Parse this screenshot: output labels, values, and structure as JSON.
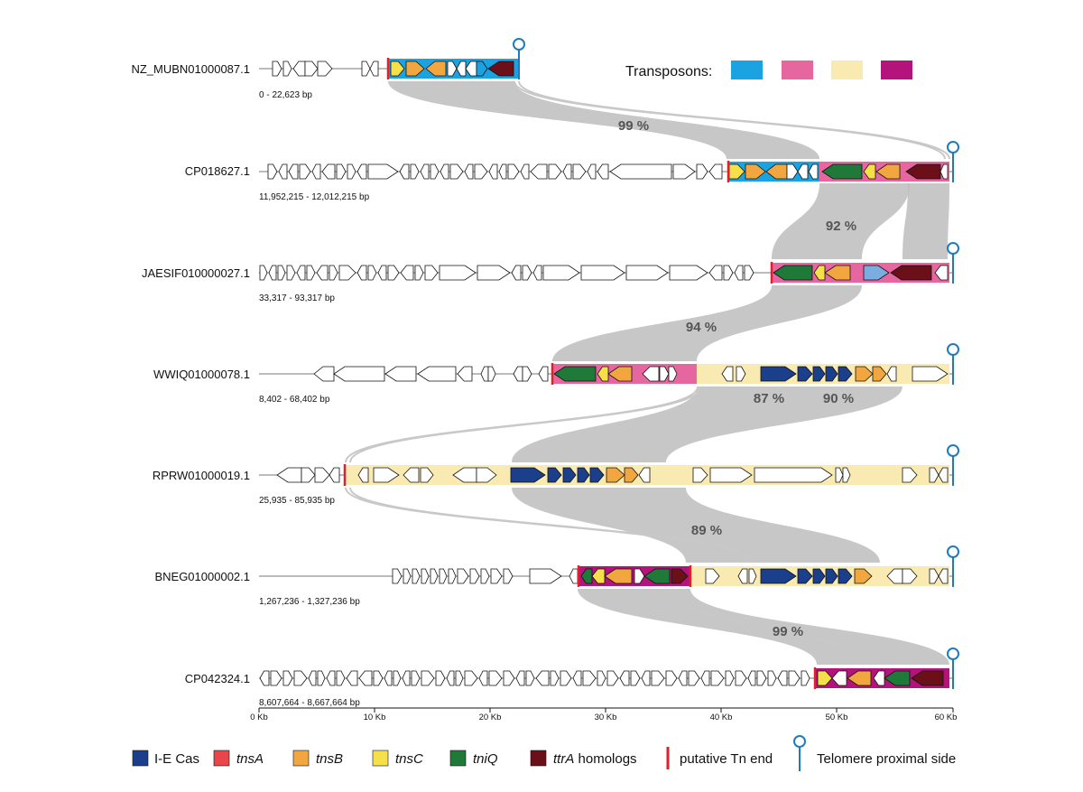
{
  "colors": {
    "ie_cas": "#1b3f8b",
    "tnsA": "#e8464a",
    "tnsB": "#f2a640",
    "tnsC": "#f5e04a",
    "tniQ": "#1f7a3a",
    "ttrA": "#6b1019",
    "tn_blue": "#1aa3e0",
    "tn_pink": "#e667a0",
    "tn_yellow": "#f8eab0",
    "tn_magenta": "#b3137a",
    "tn_end": "#e0202a",
    "telomere": "#1f7bc0",
    "link": "#bdbdbd",
    "extra_blue": "#7aaee0"
  },
  "transposons_label": "Transposons:",
  "axis": {
    "ticks": [
      "0 Kb",
      "10 Kb",
      "20 Kb",
      "30 Kb",
      "40 Kb",
      "50 Kb",
      "60 Kb"
    ]
  },
  "rows": [
    {
      "accession": "NZ_MUBN01000087.1",
      "range": "0 - 22,623 bp"
    },
    {
      "accession": "CP018627.1",
      "range": "11,952,215 - 12,012,215 bp"
    },
    {
      "accession": "JAESIF010000027.1",
      "range": "33,317 - 93,317 bp"
    },
    {
      "accession": "WWIQ01000078.1",
      "range": "8,402 - 68,402 bp"
    },
    {
      "accession": "RPRW01000019.1",
      "range": "25,935 - 85,935 bp"
    },
    {
      "accession": "BNEG01000002.1",
      "range": "1,267,236 - 1,327,236 bp"
    },
    {
      "accession": "CP042324.1",
      "range": "8,607,664 - 8,667,664 bp"
    }
  ],
  "identities": [
    "99 %",
    "92 %",
    "94 %",
    "87 %",
    "90 %",
    "89 %",
    "99 %"
  ],
  "legend": {
    "ie_cas": "I-E Cas",
    "tnsA": "tnsA",
    "tnsB": "tnsB",
    "tnsC": "tnsC",
    "tniQ": "tniQ",
    "ttrA_italic": "ttrA",
    "ttrA_rest": " homologs",
    "tn_end": "putative Tn end",
    "telomere": "Telomere proximal side"
  }
}
